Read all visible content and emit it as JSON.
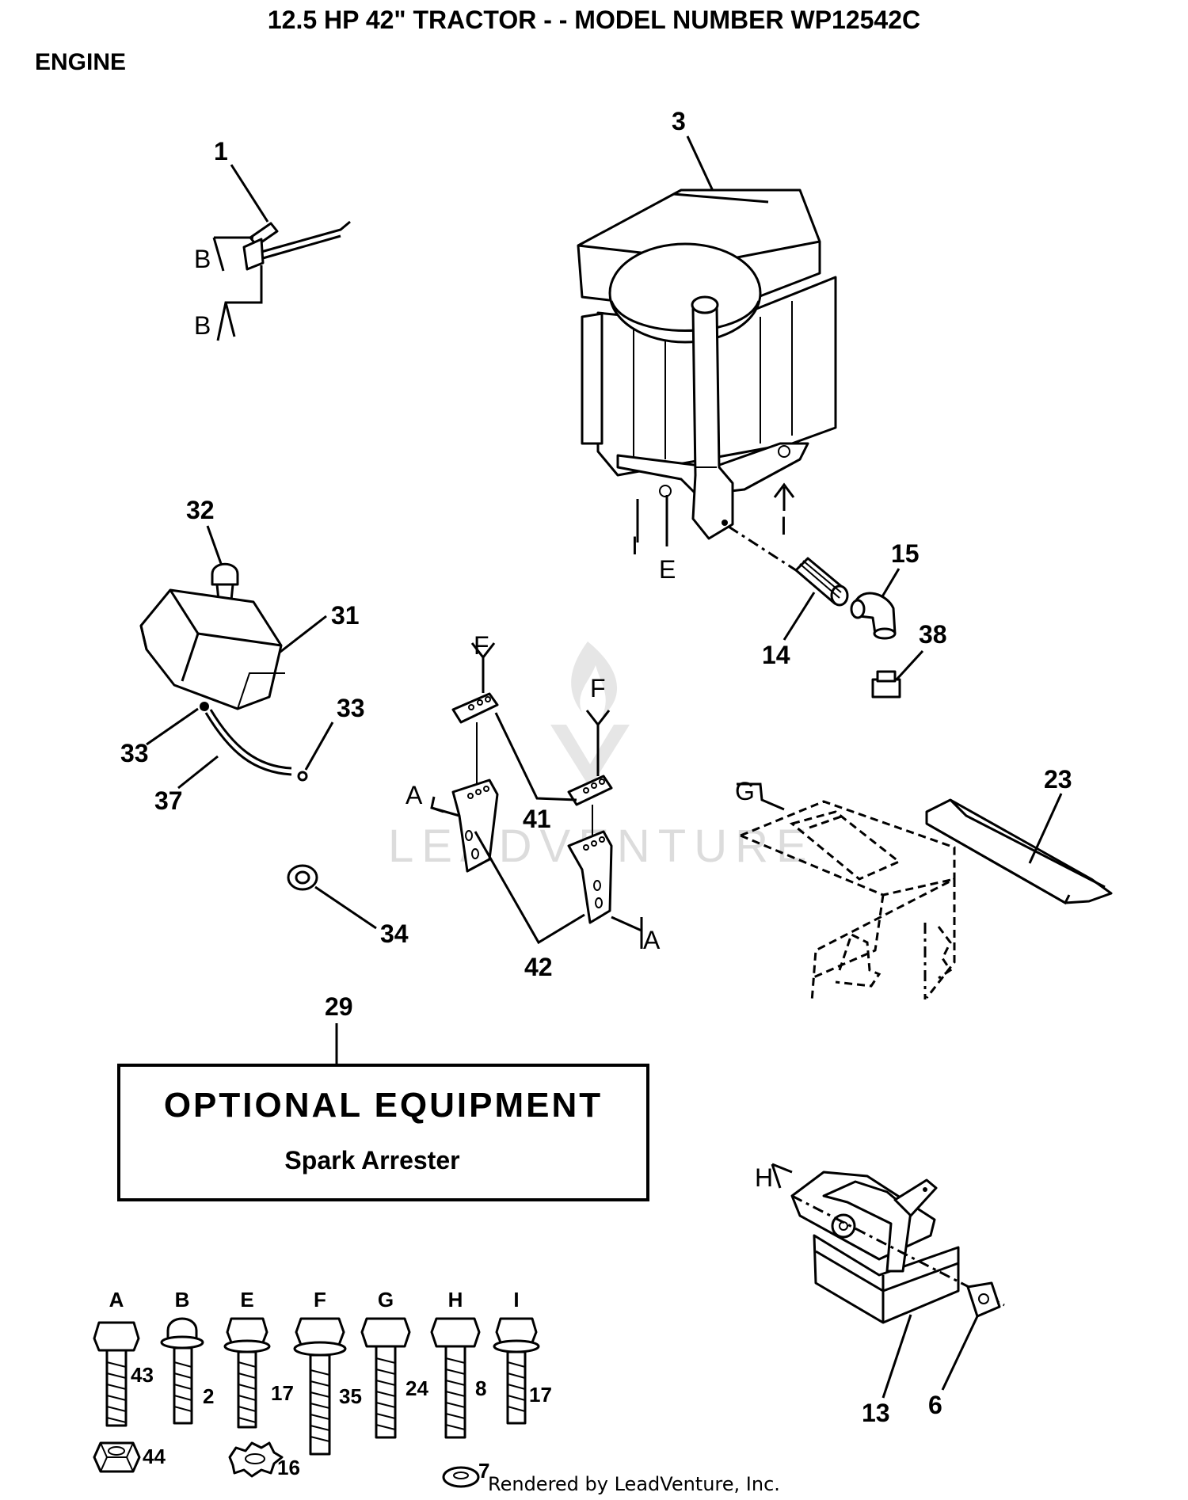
{
  "header": {
    "title": "12.5 HP 42\" TRACTOR - - MODEL NUMBER WP12542C",
    "section": "ENGINE"
  },
  "callouts": {
    "c1": "1",
    "c3": "3",
    "c32": "32",
    "c31": "31",
    "c15": "15",
    "c38": "38",
    "c14": "14",
    "c33a": "33",
    "c33b": "33",
    "c37": "37",
    "c41": "41",
    "c42": "42",
    "c23": "23",
    "c34": "34",
    "c29": "29",
    "c13": "13",
    "c6": "6"
  },
  "ref_letters": {
    "b1": "B",
    "b2": "B",
    "i1": "I",
    "i2": "I",
    "e1": "E",
    "f1": "F",
    "f2": "F",
    "a1": "A",
    "a2": "A",
    "g1": "G",
    "h1": "H"
  },
  "optional_box": {
    "heading": "OPTIONAL EQUIPMENT",
    "item": "Spark Arrester"
  },
  "hardware": {
    "bolts": [
      {
        "letter": "A",
        "part": "43"
      },
      {
        "letter": "B",
        "part": "2"
      },
      {
        "letter": "E",
        "part": "17"
      },
      {
        "letter": "F",
        "part": "35"
      },
      {
        "letter": "G",
        "part": "24"
      },
      {
        "letter": "H",
        "part": "8"
      },
      {
        "letter": "I",
        "part": "17"
      }
    ],
    "nut": "44",
    "lock_washer": "16",
    "washer": "7"
  },
  "footer": "Rendered by LeadVenture, Inc.",
  "watermark": "LEADVENTURE"
}
